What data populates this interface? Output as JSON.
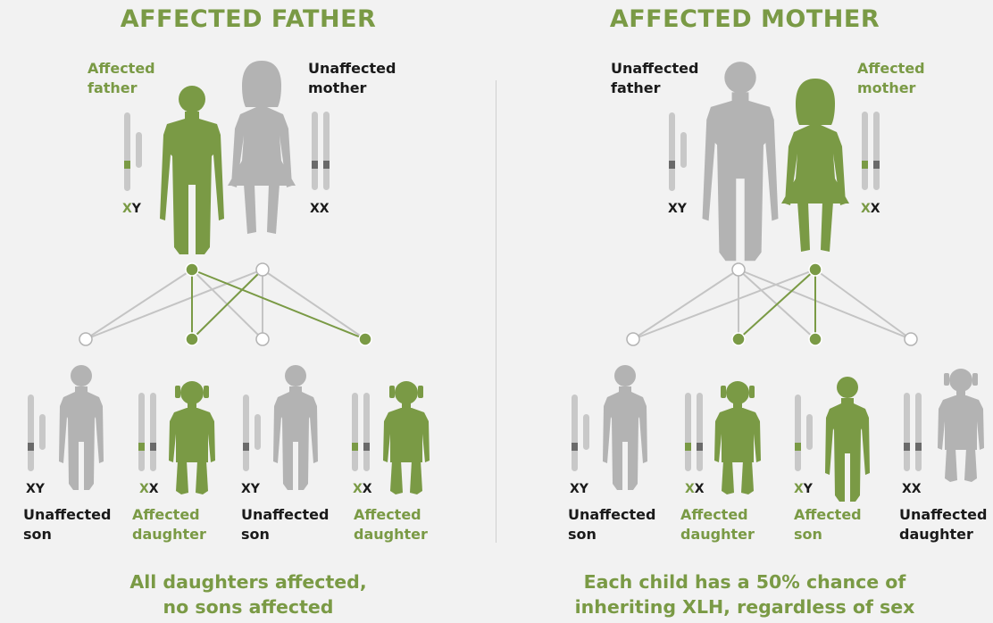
{
  "colors": {
    "affected": "#7a9a45",
    "unaffected": "#b3b3b3",
    "background": "#f2f2f2"
  },
  "left": {
    "title": "AFFECTED FATHER",
    "parents": {
      "father": {
        "label_line1": "Affected",
        "label_line2": "father",
        "geno_a": "X",
        "geno_b": "Y",
        "affected": true
      },
      "mother": {
        "label_line1": "Unaffected",
        "label_line2": "mother",
        "geno_a": "X",
        "geno_b": "X",
        "affected": false
      }
    },
    "children": [
      {
        "geno_a": "X",
        "geno_b": "Y",
        "label_line1": "Unaffected",
        "label_line2": "son",
        "affected": false
      },
      {
        "geno_a": "X",
        "geno_b": "X",
        "label_line1": "Affected",
        "label_line2": "daughter",
        "affected": true
      },
      {
        "geno_a": "X",
        "geno_b": "Y",
        "label_line1": "Unaffected",
        "label_line2": "son",
        "affected": false
      },
      {
        "geno_a": "X",
        "geno_b": "X",
        "label_line1": "Affected",
        "label_line2": "daughter",
        "affected": true
      }
    ],
    "caption_line1": "All daughters affected,",
    "caption_line2": "no sons affected"
  },
  "right": {
    "title": "AFFECTED MOTHER",
    "parents": {
      "father": {
        "label_line1": "Unaffected",
        "label_line2": "father",
        "geno_a": "X",
        "geno_b": "Y",
        "affected": false
      },
      "mother": {
        "label_line1": "Affected",
        "label_line2": "mother",
        "geno_a": "X",
        "geno_b": "X",
        "affected": true
      }
    },
    "children": [
      {
        "geno_a": "X",
        "geno_b": "Y",
        "label_line1": "Unaffected",
        "label_line2": "son",
        "affected": false
      },
      {
        "geno_a": "X",
        "geno_b": "X",
        "label_line1": "Affected",
        "label_line2": "daughter",
        "affected": true
      },
      {
        "geno_a": "X",
        "geno_b": "Y",
        "label_line1": "Affected",
        "label_line2": "son",
        "affected": true
      },
      {
        "geno_a": "X",
        "geno_b": "X",
        "label_line1": "Unaffected",
        "label_line2": "daughter",
        "affected": false
      }
    ],
    "caption_line1": "Each child has a 50% chance of",
    "caption_line2": "inheriting XLH, regardless of sex"
  }
}
